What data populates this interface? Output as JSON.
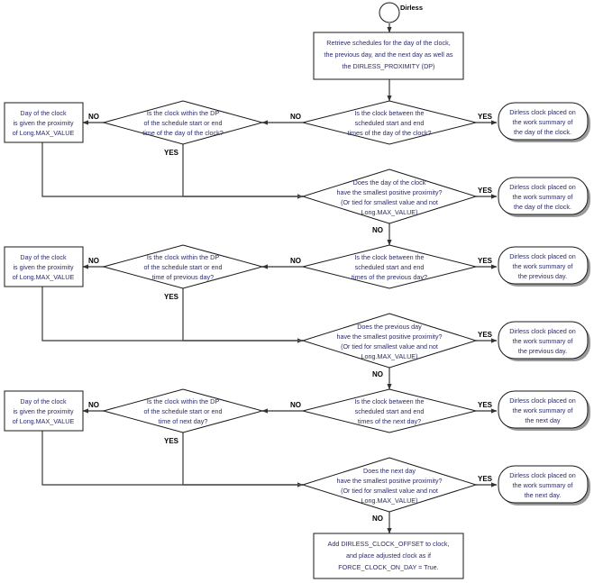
{
  "diagram": {
    "title": "Dirless clock placement flowchart",
    "colors": {
      "text": "#2b2b6b",
      "stroke": "#1a1a1a",
      "connector": "#555555",
      "shadow": "#9a9a9a",
      "background": "#ffffff"
    }
  },
  "start": {
    "name": "start-terminal",
    "label": "Dirless"
  },
  "process_first": {
    "lines": [
      "Retrieve schedules for the day of the clock,",
      "the previous day, and the next day as well as",
      "the DIRLESS_PROXIMITY (DP)"
    ]
  },
  "process_last": {
    "lines": [
      "Add DIRLESS_CLOCK_OFFSET to clock,",
      "and place adjusted clock as if",
      "FORCE_CLOCK_ON_DAY = True."
    ]
  },
  "decisions": {
    "between_day": {
      "lines": [
        "Is the clock between the",
        "scheduled start and end",
        "times of the day of the clock?"
      ]
    },
    "dp_day": {
      "lines": [
        "Is the clock within the DP",
        "of the schedule start or end",
        "time of the day of the clock?"
      ]
    },
    "prox_day": {
      "lines": [
        "Does the day of the clock",
        "have the smallest positive proximity?",
        "(Or tied for smallest value and not",
        "Long.MAX_VALUE)"
      ]
    },
    "between_prev": {
      "lines": [
        "Is the clock between the",
        "scheduled start and end",
        "times of the previous day?"
      ]
    },
    "dp_prev": {
      "lines": [
        "Is the clock within the DP",
        "of the schedule start or end",
        "time of previous day?"
      ]
    },
    "prox_prev": {
      "lines": [
        "Does the previous day",
        "have the smallest positive proximity?",
        "(Or tied for smallest value and not",
        "Long.MAX_VALUE)"
      ]
    },
    "between_next": {
      "lines": [
        "Is the clock between the",
        "scheduled start and end",
        "times of the next day?"
      ]
    },
    "dp_next": {
      "lines": [
        "Is the clock within the DP",
        "of the schedule start or end",
        "time of next day?"
      ]
    },
    "prox_next": {
      "lines": [
        "Does the next day",
        "have the smallest positive proximity?",
        "(Or tied for smallest value and not",
        "Long.MAX_VALUE)"
      ]
    }
  },
  "assign_boxes": {
    "day": {
      "lines": [
        "Day of the clock",
        "is given the proximity",
        "of Long.MAX_VALUE"
      ]
    },
    "prev": {
      "lines": [
        "Day of the clock",
        "is given the proximity",
        "of Long.MAX_VALUE"
      ]
    },
    "next": {
      "lines": [
        "Day of the clock",
        "is given the proximity",
        "of Long.MAX_VALUE"
      ]
    }
  },
  "terminals": {
    "day_a": {
      "lines": [
        "Dirless clock placed on",
        "the work summary of",
        "the day of the clock."
      ]
    },
    "day_b": {
      "lines": [
        "Dirless clock placed on",
        "the work summary of",
        "the day of the clock."
      ]
    },
    "prev_a": {
      "lines": [
        "Dirless clock placed on",
        "the work summary of",
        "the previous day."
      ]
    },
    "prev_b": {
      "lines": [
        "Dirless clock placed on",
        "the work summary of",
        "the previous day."
      ]
    },
    "next_a": {
      "lines": [
        "Dirless clock placed on",
        "the work summary of",
        "the next day"
      ]
    },
    "next_b": {
      "lines": [
        "Dirless clock placed on",
        "the work summary of",
        "the next day."
      ]
    }
  },
  "edge_labels": {
    "yes": "YES",
    "no": "NO"
  }
}
